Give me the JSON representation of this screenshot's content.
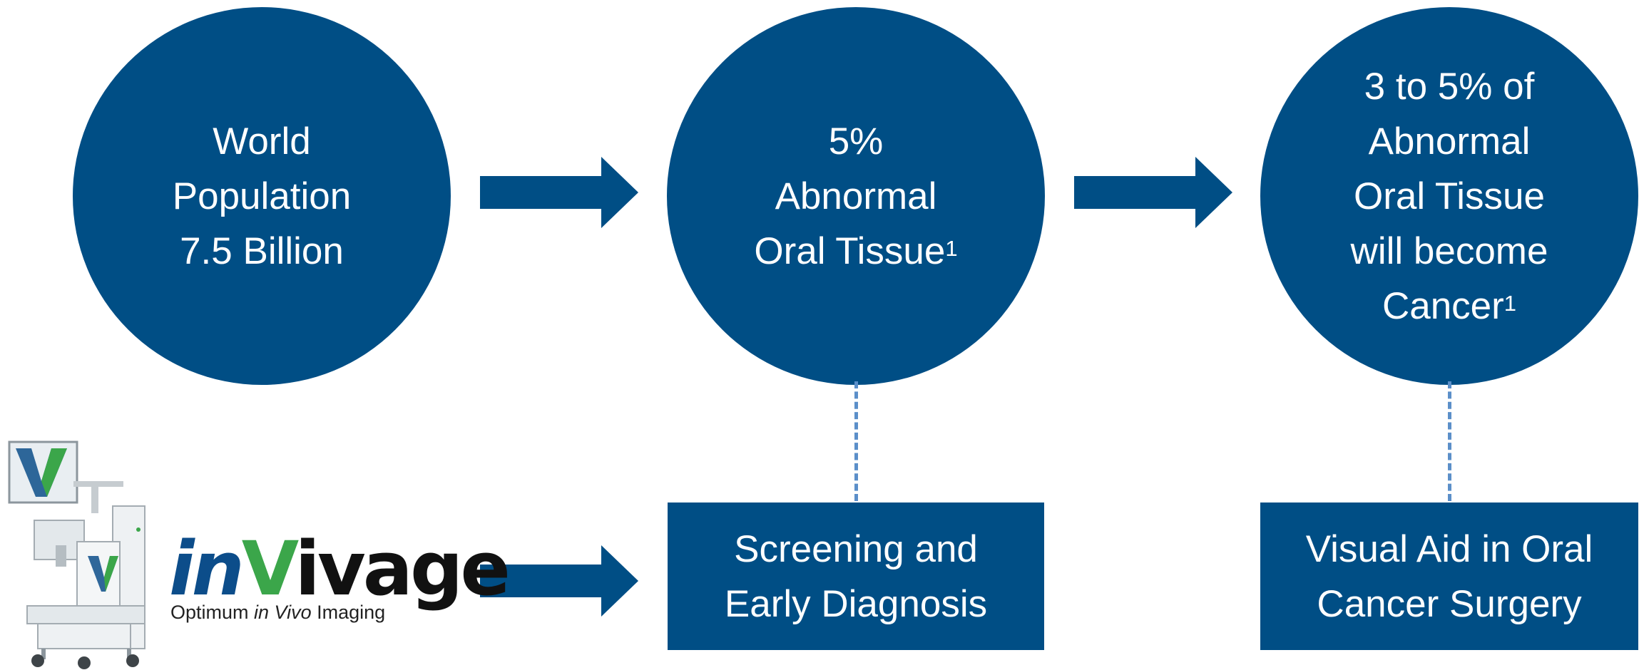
{
  "circles": [
    {
      "lines": [
        "World",
        "Population",
        "7.5 Billion"
      ],
      "footnote": ""
    },
    {
      "lines": [
        "5%",
        "Abnormal",
        "Oral Tissue"
      ],
      "footnote": "1"
    },
    {
      "lines": [
        "3 to 5% of",
        "Abnormal",
        "Oral Tissue",
        "will become",
        "Cancer"
      ],
      "footnote": "1"
    }
  ],
  "boxes": [
    {
      "lines": [
        "Screening and",
        "Early Diagnosis"
      ]
    },
    {
      "lines": [
        "Visual Aid in Oral",
        "Cancer Surgery"
      ]
    }
  ],
  "logo": {
    "prefix": "in",
    "mark": "V",
    "suffix": "ivage",
    "tagline_start": "Optimum ",
    "tagline_italic": "in Vivo",
    "tagline_end": " Imaging"
  },
  "colors": {
    "primary": "#004e85",
    "dash": "#5b8fc9",
    "logo_blue": "#0c4d8a",
    "logo_green": "#3ba64a"
  },
  "icons": [
    "arrow-right-icon",
    "imaging-device-icon"
  ]
}
